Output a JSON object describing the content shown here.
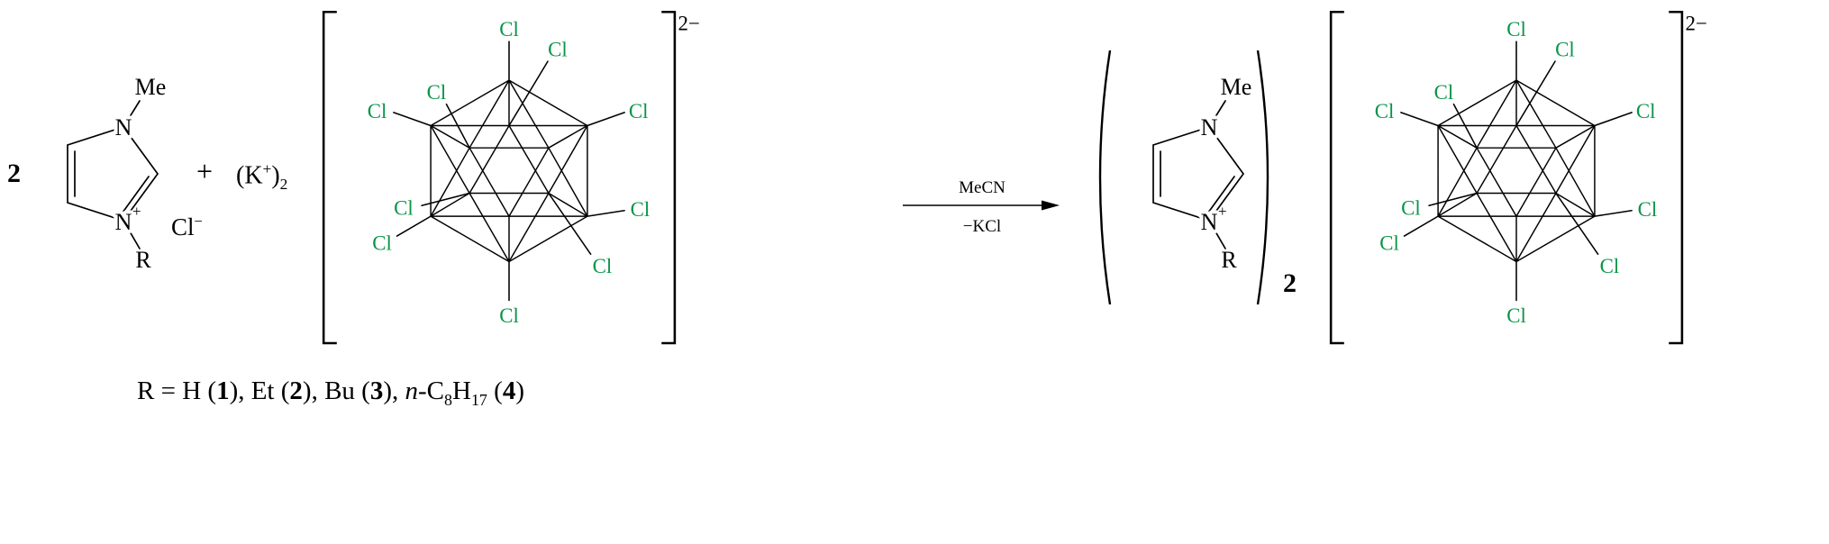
{
  "colors": {
    "cl_green": "#0a9447"
  },
  "coefficient": "2",
  "ring": {
    "me": "Me",
    "n": "N",
    "plus": "+",
    "r": "R"
  },
  "counterion": {
    "symbol": "Cl",
    "charge": "−"
  },
  "plus_sign": "+",
  "potassium": {
    "pre": "(K",
    "sup": "+",
    "post": ")",
    "sub": "2"
  },
  "cluster": {
    "cl": "Cl",
    "charge": "2−"
  },
  "arrow": {
    "above": "MeCN",
    "below": "−KCl"
  },
  "product": {
    "subscript": "2"
  },
  "footnote": {
    "seg1": "R = H (",
    "b1": "1",
    "seg2": "), Et (",
    "b2": "2",
    "seg3": "), Bu (",
    "b3": "3",
    "seg4": "), ",
    "n_italic": "n",
    "seg5": "-C",
    "sub8": "8",
    "h": "H",
    "sub17": "17",
    "seg6": " (",
    "b4": "4",
    "seg7": ")"
  }
}
